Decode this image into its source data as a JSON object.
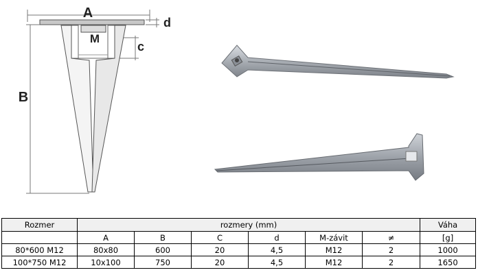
{
  "drawing": {
    "labels": {
      "A": "A",
      "d": "d",
      "M": "M",
      "c": "c",
      "B": "B"
    }
  },
  "photos": [
    {
      "name": "spike-photo-top"
    },
    {
      "name": "spike-photo-bottom"
    }
  ],
  "table": {
    "header_row1": {
      "rozmer": "Rozmer",
      "rozmery": "rozmery (mm)",
      "vaha": "Váha"
    },
    "header_row2": [
      "A",
      "B",
      "C",
      "d",
      "M-závit",
      "≠",
      "[g]"
    ],
    "rows": [
      {
        "rozmer": "80*600 M12",
        "cells": [
          "80x80",
          "600",
          "20",
          "4,5",
          "M12",
          "2",
          "1000"
        ]
      },
      {
        "rozmer": "100*750 M12",
        "cells": [
          "10x100",
          "750",
          "20",
          "4,5",
          "M12",
          "2",
          "1650"
        ]
      }
    ]
  }
}
